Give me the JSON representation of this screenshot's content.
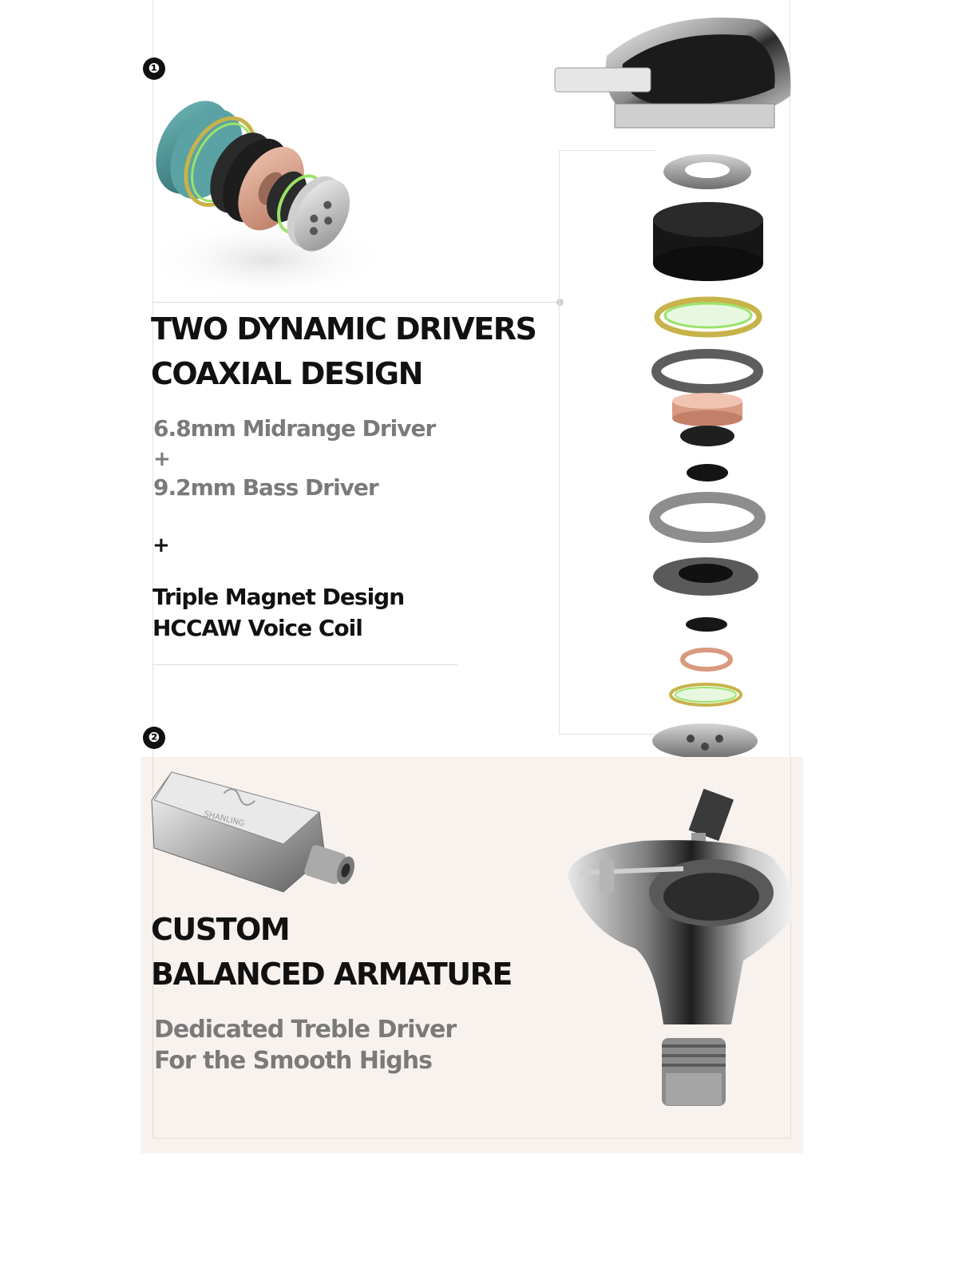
{
  "section1": {
    "badge": "❶",
    "headline_line1": "TWO DYNAMIC DRIVERS",
    "headline_line2": "COAXIAL DESIGN",
    "spec_mid": "6.8mm Midrange Driver",
    "spec_plus1": "+",
    "spec_bass": "9.2mm Bass Driver",
    "spec_plus2": "+",
    "feature1": "Triple Magnet Design",
    "feature2": "HCCAW Voice Coil"
  },
  "section2": {
    "badge": "❷",
    "headline_line1": "CUSTOM",
    "headline_line2": "BALANCED ARMATURE",
    "desc_line1": "Dedicated Treble Driver",
    "desc_line2": "For the Smooth Highs",
    "armature_logo_text": "SHANLING"
  },
  "colors": {
    "headline": "#111111",
    "spec_gray": "#7a7a7a",
    "section2_bg": "#f8f2ee",
    "copper": "#d99a80",
    "green_ring": "#9be36a",
    "gold_ring": "#c8b24a",
    "steel": "#a9a9a9",
    "teal": "#4b8f92"
  },
  "icons": [
    "driver-stack-illustration",
    "exploded-shell-illustration",
    "balanced-armature-illustration",
    "cavity-shell-illustration"
  ]
}
